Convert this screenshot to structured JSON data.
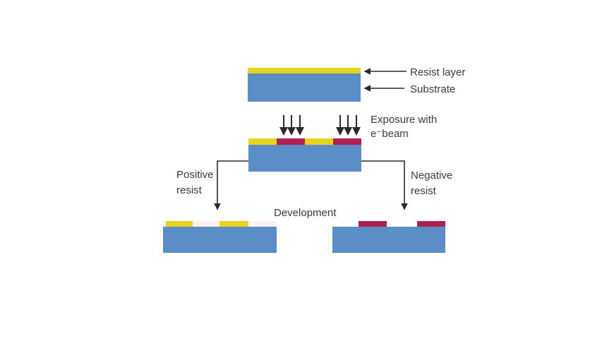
{
  "colors": {
    "resist_yellow": "#e8d41f",
    "substrate_blue": "#5b8ec7",
    "exposed_crimson": "#b01e52",
    "developed_gap": "#fbf1f1",
    "line_dark": "#2a2a2a",
    "text_gray": "#3a3a3a"
  },
  "labels": {
    "resist_layer": "Resist layer",
    "substrate": "Substrate",
    "exposure_line1": "Exposure with",
    "exposure_line2": "e⁻beam",
    "positive_line1": "Positive",
    "positive_line2": "resist",
    "negative_line1": "Negative",
    "negative_line2": "resist",
    "development": "Development"
  }
}
